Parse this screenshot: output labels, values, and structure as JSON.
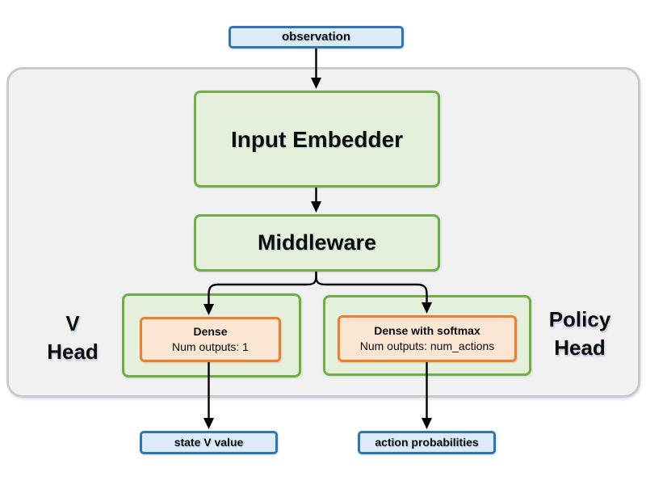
{
  "diagram": {
    "kind": "network-architecture-flowchart",
    "nodes": {
      "observation": {
        "label": "observation"
      },
      "input_embedder": {
        "label": "Input Embedder"
      },
      "middleware": {
        "label": "Middleware"
      },
      "v_head": {
        "label_line1": "V",
        "label_line2": "Head",
        "layer": {
          "title": "Dense",
          "subtitle": "Num outputs: 1"
        }
      },
      "policy_head": {
        "label_line1": "Policy",
        "label_line2": "Head",
        "layer": {
          "title": "Dense with softmax",
          "subtitle": "Num outputs: num_actions"
        }
      },
      "state_v_value": {
        "label": "state V value"
      },
      "action_probabilities": {
        "label": "action probabilities"
      }
    },
    "edges": [
      "observation -> input_embedder",
      "input_embedder -> middleware",
      "middleware -> v_head.dense",
      "middleware -> policy_head.dense_with_softmax",
      "v_head.dense -> state_v_value",
      "policy_head.dense_with_softmax -> action_probabilities"
    ]
  },
  "colors": {
    "green_border": "#70ad47",
    "green_fill": "#e5f0dc",
    "orange_border": "#ed7d31",
    "orange_fill": "#fbe6d4",
    "blue_border": "#2e75b6",
    "blue_fill": "#dcebf7",
    "container_fill": "#f1f1f2",
    "container_border": "#c9c9c9",
    "arrow_color": "#000000"
  }
}
